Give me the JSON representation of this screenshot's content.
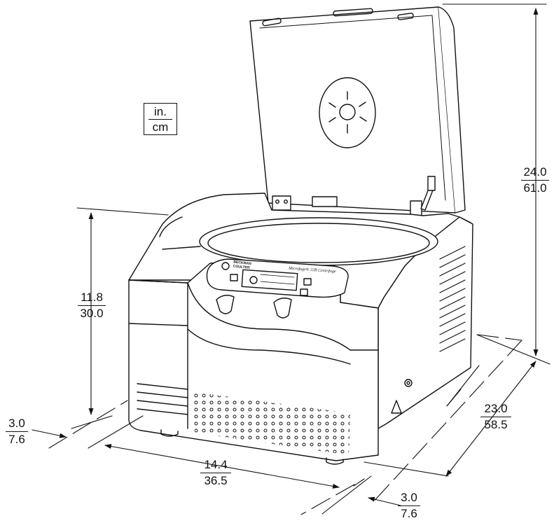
{
  "legend": {
    "top": "in.",
    "bottom": "cm"
  },
  "panel": {
    "brand": "BECKMAN COULTER",
    "model": "Microfuge® 22R Centrifuge"
  },
  "dimensions": {
    "height_total": {
      "in": "24.0",
      "cm": "61.0"
    },
    "height_body": {
      "in": "11.8",
      "cm": "30.0"
    },
    "depth": {
      "in": "23.0",
      "cm": "58.5"
    },
    "width": {
      "in": "14.4",
      "cm": "36.5"
    },
    "clearance_left": {
      "in": "3.0",
      "cm": "7.6"
    },
    "clearance_right": {
      "in": "3.0",
      "cm": "7.6"
    }
  }
}
